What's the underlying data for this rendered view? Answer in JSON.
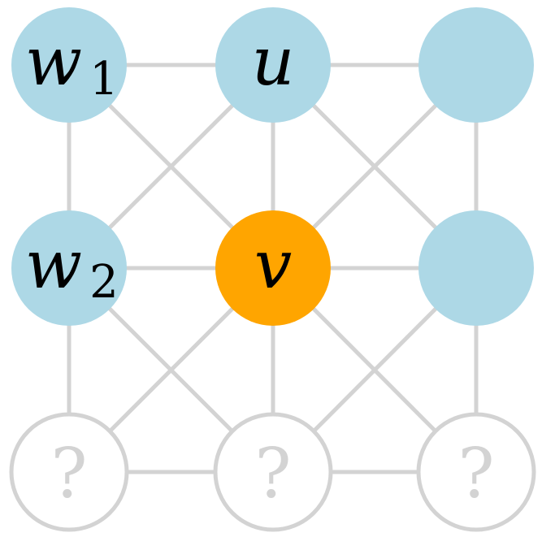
{
  "colors": {
    "known_node": "#add8e6",
    "target_node": "#ffa500",
    "unknown_fill": "#ffffff",
    "unknown_stroke": "#d3d3d3",
    "edge": "#d3d3d3"
  },
  "nodes": {
    "w1": {
      "label": "w",
      "sub": "1"
    },
    "u": {
      "label": "u"
    },
    "top_right": {
      "label": ""
    },
    "w2": {
      "label": "w",
      "sub": "2"
    },
    "v": {
      "label": "v"
    },
    "mid_right": {
      "label": ""
    },
    "unknown_left": {
      "label": "?"
    },
    "unknown_center": {
      "label": "?"
    },
    "unknown_right": {
      "label": "?"
    }
  }
}
